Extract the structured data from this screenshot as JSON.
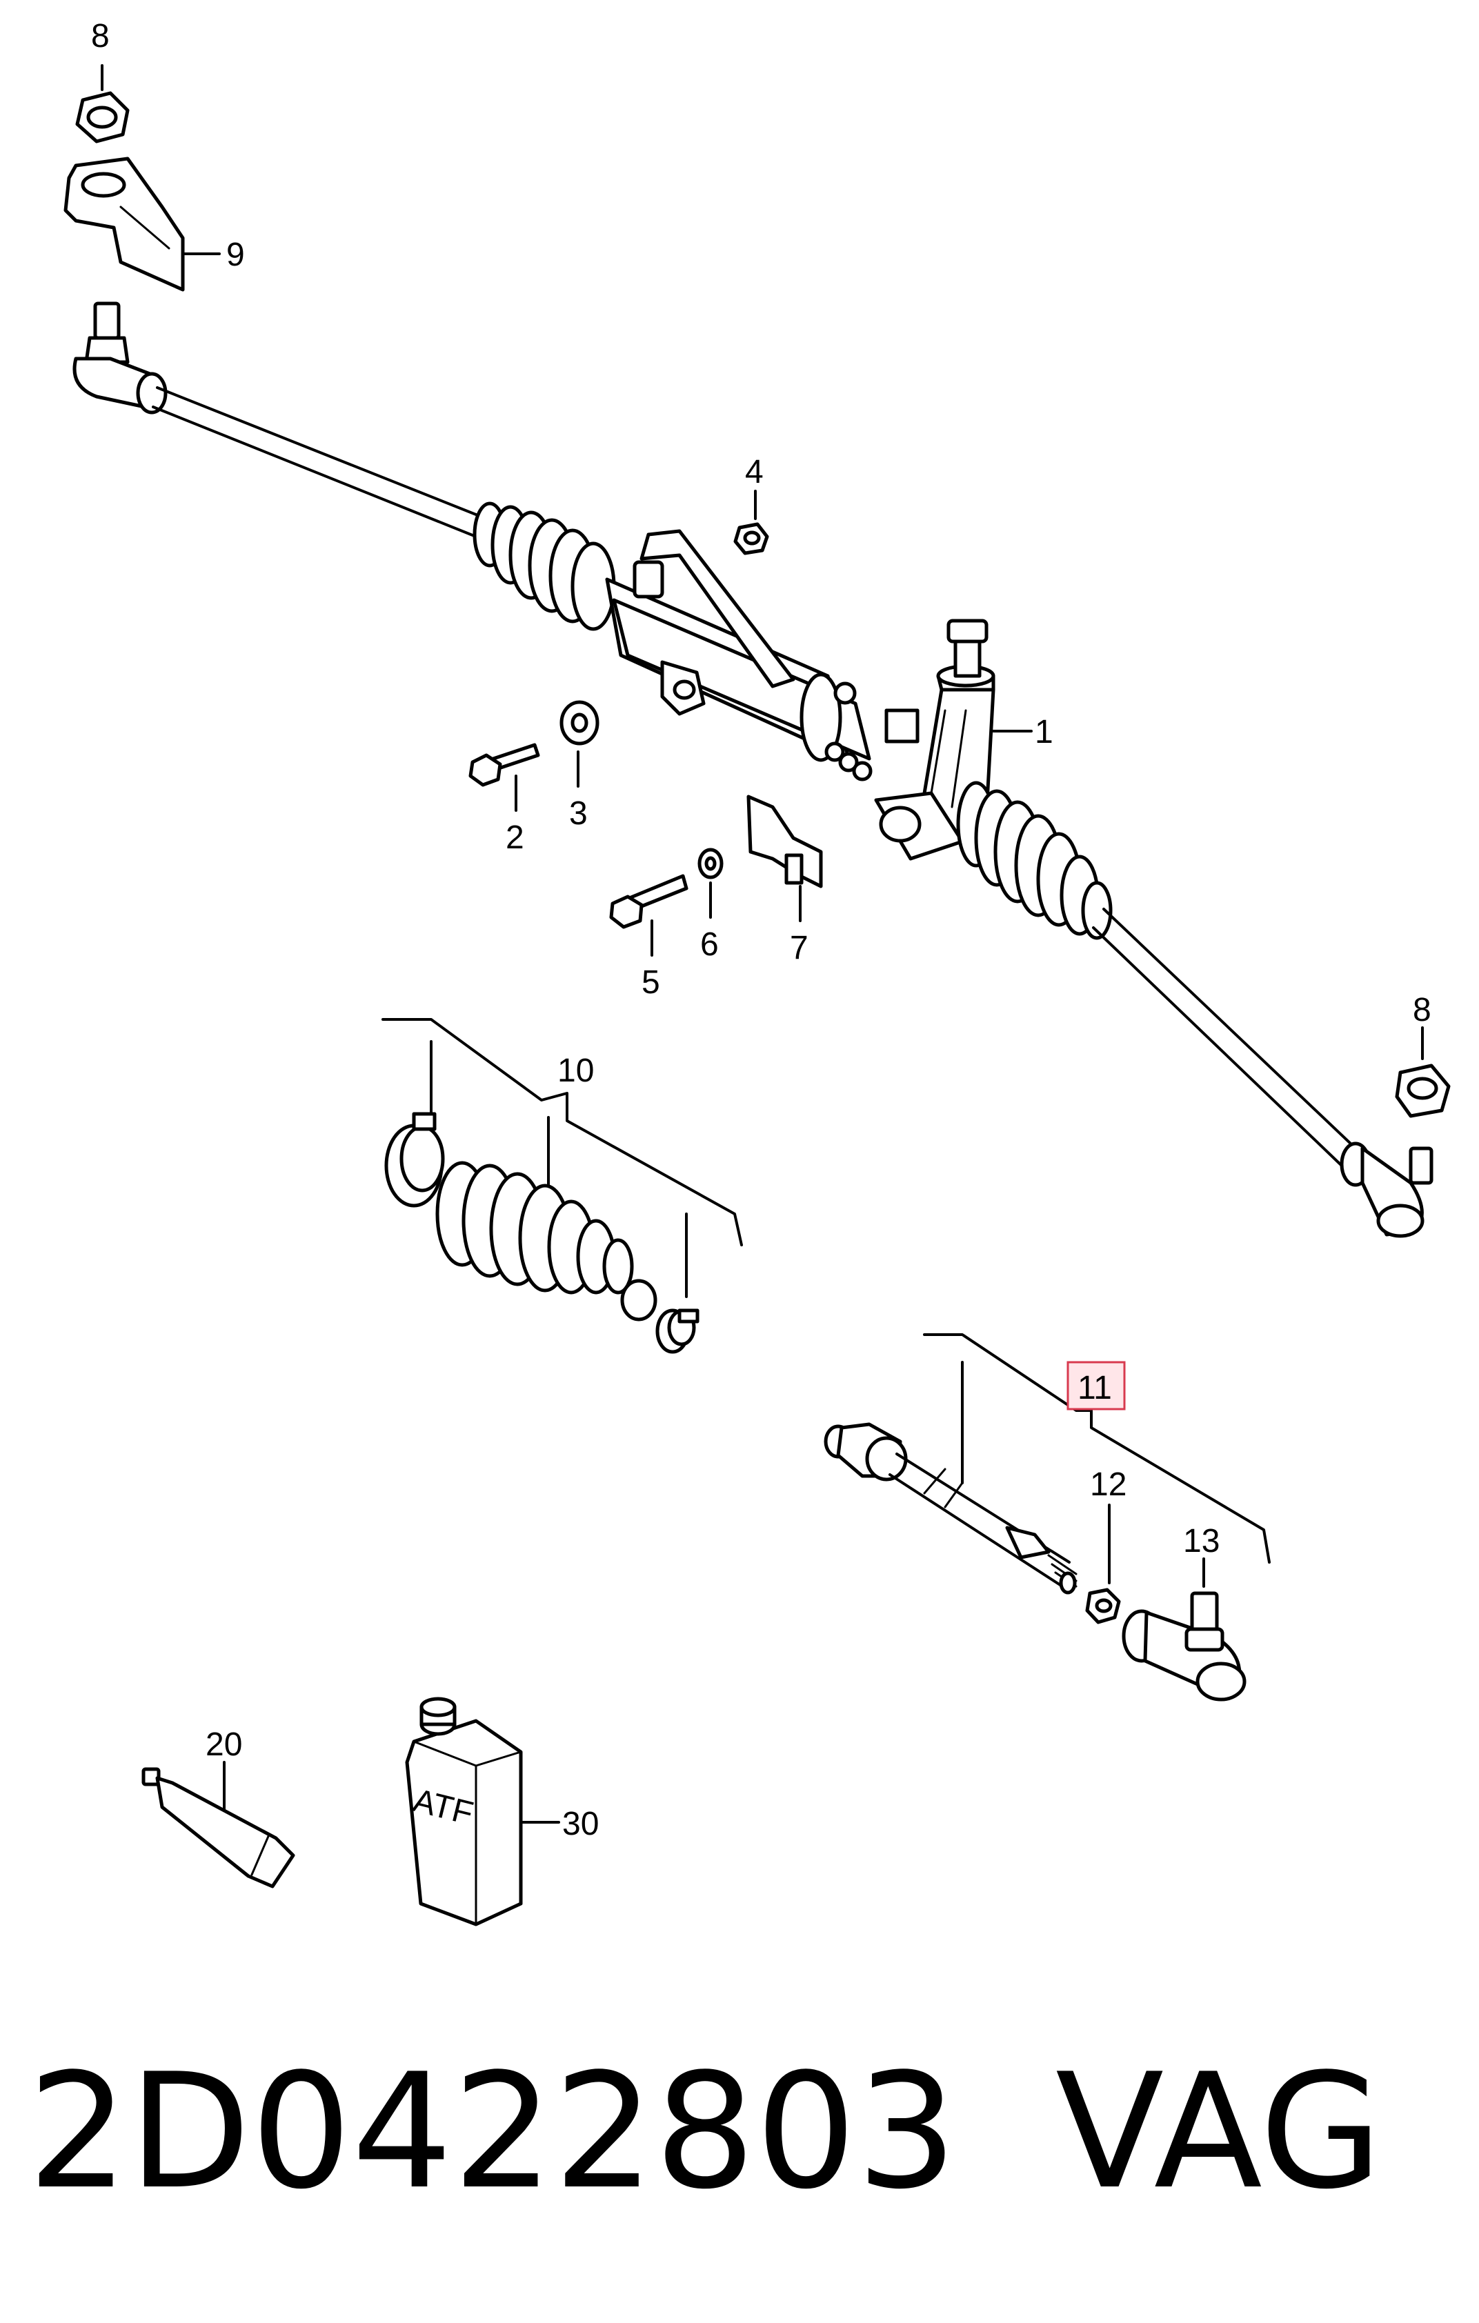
{
  "diagram": {
    "callouts": {
      "n1": "1",
      "n2": "2",
      "n3": "3",
      "n4": "4",
      "n5": "5",
      "n6": "6",
      "n7": "7",
      "n8_top": "8",
      "n8_right": "8",
      "n9": "9",
      "n10": "10",
      "n11": "11",
      "n12": "12",
      "n13": "13",
      "n20": "20",
      "n30": "30"
    },
    "container_label": "ATF",
    "highlighted_callout": "11",
    "highlight_color": "#d83a4f"
  },
  "footer": {
    "part_number": "2D0422803",
    "brand": "VAG"
  }
}
